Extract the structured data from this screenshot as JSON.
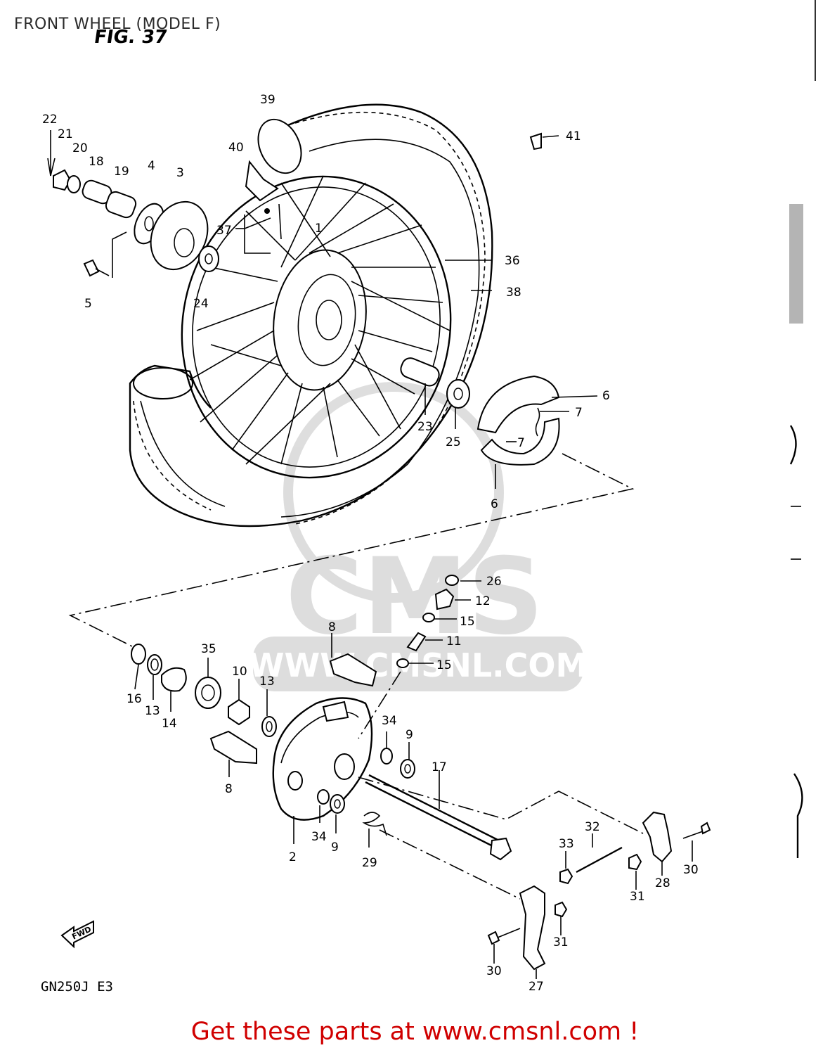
{
  "header": {
    "title": "FRONT WHEEL (MODEL F)"
  },
  "figure": {
    "label": "FIG. 37",
    "model_code": "GN250J E3",
    "fwd_label": "FWD"
  },
  "watermark": {
    "text": "WWW.CMSNL.COM",
    "logo": "CMS"
  },
  "footer": {
    "cta": "Get these parts at www.cmsnl.com !"
  },
  "callouts": [
    {
      "id": "c22",
      "text": "22"
    },
    {
      "id": "c21",
      "text": "21"
    },
    {
      "id": "c20",
      "text": "20"
    },
    {
      "id": "c18",
      "text": "18"
    },
    {
      "id": "c19",
      "text": "19"
    },
    {
      "id": "c4",
      "text": "4"
    },
    {
      "id": "c3",
      "text": "3"
    },
    {
      "id": "c39",
      "text": "39"
    },
    {
      "id": "c40",
      "text": "40"
    },
    {
      "id": "c41",
      "text": "41"
    },
    {
      "id": "c37",
      "text": "37"
    },
    {
      "id": "c1",
      "text": "1"
    },
    {
      "id": "c5",
      "text": "5"
    },
    {
      "id": "c24",
      "text": "24"
    },
    {
      "id": "c36",
      "text": "36"
    },
    {
      "id": "c38",
      "text": "38"
    },
    {
      "id": "c6a",
      "text": "6"
    },
    {
      "id": "c7a",
      "text": "7"
    },
    {
      "id": "c7b",
      "text": "7"
    },
    {
      "id": "c6b",
      "text": "6"
    },
    {
      "id": "c23",
      "text": "23"
    },
    {
      "id": "c25",
      "text": "25"
    },
    {
      "id": "c26",
      "text": "26"
    },
    {
      "id": "c12",
      "text": "12"
    },
    {
      "id": "c15a",
      "text": "15"
    },
    {
      "id": "c11",
      "text": "11"
    },
    {
      "id": "c15b",
      "text": "15"
    },
    {
      "id": "c8a",
      "text": "8"
    },
    {
      "id": "c35",
      "text": "35"
    },
    {
      "id": "c10",
      "text": "10"
    },
    {
      "id": "c13a",
      "text": "13"
    },
    {
      "id": "c16",
      "text": "16"
    },
    {
      "id": "c13b",
      "text": "13"
    },
    {
      "id": "c14",
      "text": "14"
    },
    {
      "id": "c34a",
      "text": "34"
    },
    {
      "id": "c9a",
      "text": "9"
    },
    {
      "id": "c17",
      "text": "17"
    },
    {
      "id": "c8b",
      "text": "8"
    },
    {
      "id": "c2",
      "text": "2"
    },
    {
      "id": "c34b",
      "text": "34"
    },
    {
      "id": "c9b",
      "text": "9"
    },
    {
      "id": "c29",
      "text": "29"
    },
    {
      "id": "c32",
      "text": "32"
    },
    {
      "id": "c33",
      "text": "33"
    },
    {
      "id": "c31a",
      "text": "31"
    },
    {
      "id": "c28",
      "text": "28"
    },
    {
      "id": "c30a",
      "text": "30"
    },
    {
      "id": "c31b",
      "text": "31"
    },
    {
      "id": "c30b",
      "text": "30"
    },
    {
      "id": "c27",
      "text": "27"
    }
  ]
}
